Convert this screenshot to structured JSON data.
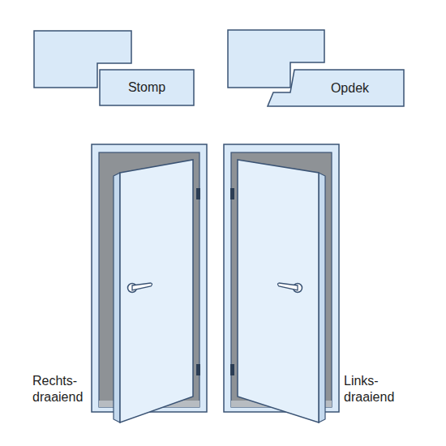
{
  "diagram": {
    "nodes": [
      {
        "text": [
          "Stomp"
        ]
      },
      {
        "text": [
          "Opdek"
        ]
      }
    ],
    "labels": [
      "Rechts- draaiend",
      "Links- draaiend"
    ]
  }
}
